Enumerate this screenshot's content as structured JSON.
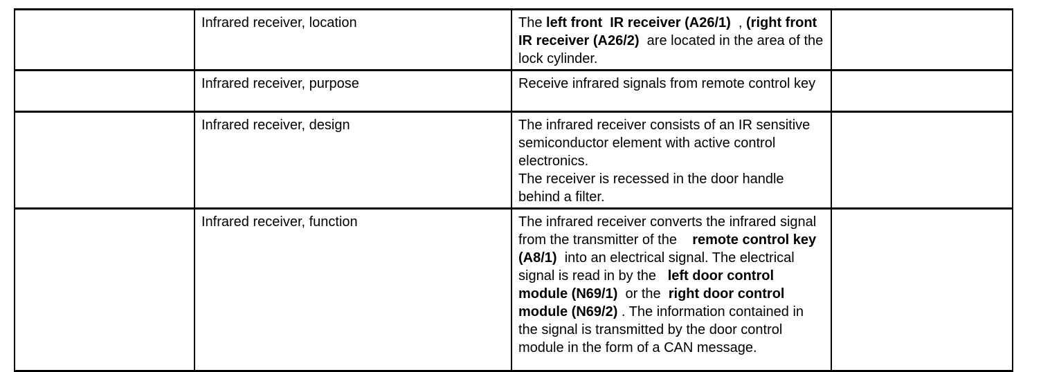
{
  "colors": {
    "border": "#000000",
    "text": "#000000",
    "background": "#ffffff"
  },
  "table": {
    "rows": [
      {
        "left_cell": "",
        "topic": "Infrared receiver, location",
        "description": [
          {
            "t": "The ",
            "b": false
          },
          {
            "t": "left front  IR receiver (A26/1)",
            "b": true
          },
          {
            "t": "  , ",
            "b": false
          },
          {
            "t": "(right front IR receiver (A26/2)",
            "b": true
          },
          {
            "t": "  are located in the area of the lock cylinder.",
            "b": false
          }
        ],
        "right_cell": ""
      },
      {
        "left_cell": "",
        "topic": "Infrared receiver, purpose",
        "description": [
          {
            "t": "Receive infrared signals from remote control key",
            "b": false
          }
        ],
        "right_cell": ""
      },
      {
        "left_cell": "",
        "topic": "Infrared receiver, design",
        "description": [
          {
            "t": "The infrared receiver consists of an IR sensitive semiconductor element with active control electronics.\nThe receiver is recessed in the door handle behind a filter.",
            "b": false
          }
        ],
        "right_cell": ""
      },
      {
        "left_cell": "",
        "topic": "Infrared receiver, function",
        "description": [
          {
            "t": "The infrared receiver converts the infrared signal from the transmitter of the    ",
            "b": false
          },
          {
            "t": "remote control key (A8/1)",
            "b": true
          },
          {
            "t": "  into an electrical signal. The electrical signal is read in by the   ",
            "b": false
          },
          {
            "t": "left door control module (N69/1)",
            "b": true
          },
          {
            "t": "  or the  ",
            "b": false
          },
          {
            "t": "right door control module (N69/2)",
            "b": true
          },
          {
            "t": " . The information contained in the signal is transmitted by the door control module in the form of a CAN message.",
            "b": false
          }
        ],
        "right_cell": ""
      }
    ]
  }
}
